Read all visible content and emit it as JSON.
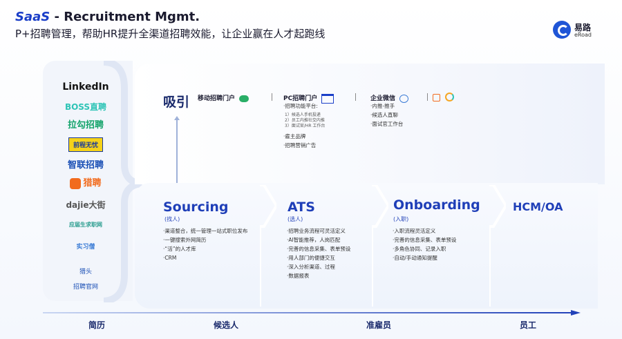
{
  "header": {
    "title_prefix": "SaaS",
    "title_rest": " - Recruitment  Mgmt.",
    "subtitle": "P+招聘管理，帮助HR提升全渠道招聘效能，让企业赢在人才起跑线"
  },
  "logo": {
    "cn": "易路",
    "en": "eRoad"
  },
  "sources": [
    "LinkedIn",
    "BOSS直聘",
    "拉勾招聘",
    "前程无忧",
    "智联招聘",
    "猎聘",
    "dajie大街",
    "应届生求职网",
    "实习僧",
    "猎头",
    "招聘官网"
  ],
  "attract": {
    "title": "吸引",
    "mobile": {
      "heading": "移动招聘门户"
    },
    "pc": {
      "heading": "PC招聘门户",
      "line1": "·招聘功能平台:",
      "sub1": "1）候选人手机投递",
      "sub2": "2）员工内推社交内推",
      "sub3": "3）面试官/HR 工作台",
      "line2": "·雇主品牌",
      "line3": "·招聘营销广告"
    },
    "wecom": {
      "heading": "企业微信",
      "line1": "·内推-推手",
      "line2": "·候选人直聊",
      "line3": "·面试官工作台"
    }
  },
  "stages": {
    "sourcing": {
      "title": "Sourcing",
      "sub": "(找人)",
      "items": [
        "·渠道整合，统一管理一站式职位发布",
        "·一键搜索外网简历",
        "·“活”的人才库",
        "·CRM"
      ]
    },
    "ats": {
      "title": "ATS",
      "sub": "(选人)",
      "items": [
        "·招聘业务流程可灵活定义",
        "·AI智能推荐，人岗匹配",
        "·完善的信息采集、表单预设",
        "·用人部门的便捷交互",
        "·深入分析渠道、过程",
        "·数据报表"
      ]
    },
    "onboarding": {
      "title": "Onboarding",
      "sub": "(入职)",
      "items": [
        "·入职流程灵活定义",
        "·完善的信息采集、表单预设",
        "·多角色协同、记录入职",
        "·自动/手动通知提醒"
      ]
    },
    "hcm": {
      "title": "HCM/OA"
    }
  },
  "timeline": [
    "简历",
    "候选人",
    "准雇员",
    "员工"
  ],
  "colors": {
    "primary": "#1f3fb8",
    "dark": "#1a2a6c",
    "wechat": "#2aae67",
    "liepin": "#f26b1d"
  }
}
